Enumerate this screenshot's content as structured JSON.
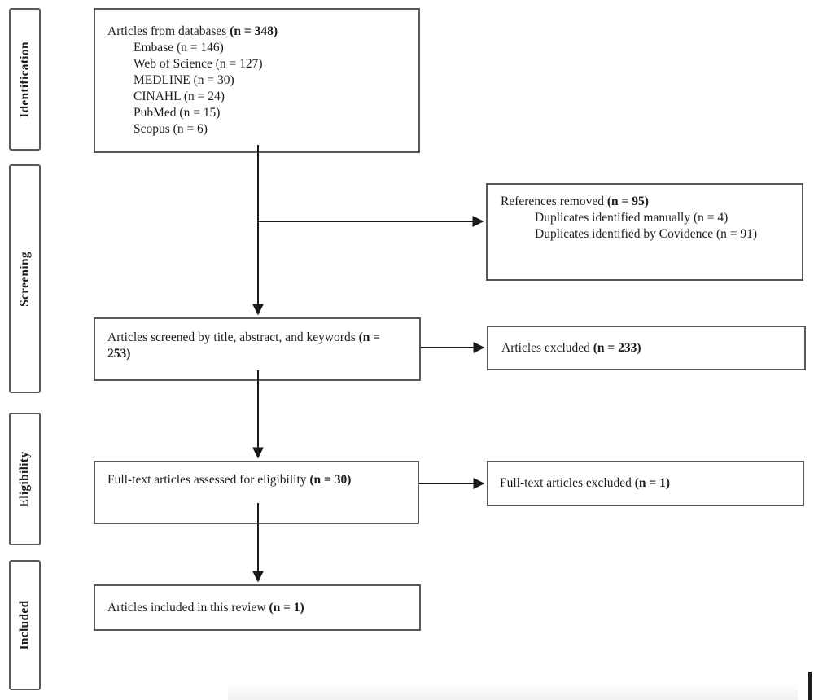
{
  "diagram_title": "PRISMA article selection flow diagram",
  "colors": {
    "box_border": "#595959",
    "arrow": "#1a1a1a",
    "background": "#ffffff"
  },
  "sidebar": {
    "stages": [
      {
        "label": "Identification"
      },
      {
        "label": "Screening"
      },
      {
        "label": "Eligibility"
      },
      {
        "label": "Included"
      }
    ]
  },
  "boxes": {
    "databases": {
      "title": "Articles from databases ",
      "title_n": "(n = 348)",
      "items": [
        "Embase (n = 146)",
        "Web of Science (n = 127)",
        "MEDLINE (n = 30)",
        "CINAHL (n = 24)",
        "PubMed (n = 15)",
        "Scopus (n = 6)"
      ]
    },
    "references_removed": {
      "title": "References removed ",
      "title_n": "(n = 95)",
      "items": [
        "Duplicates identified manually (n = 4)",
        "Duplicates identified by Covidence (n = 91)"
      ]
    },
    "screened": {
      "text": "Articles screened by title, abstract, and keywords ",
      "text_n": "(n = 253)"
    },
    "articles_excluded": {
      "text": "Articles excluded ",
      "text_n": "(n = 233)"
    },
    "fulltext_assessed": {
      "text": "Full-text articles assessed for eligibility ",
      "text_n": "(n = 30)"
    },
    "fulltext_excluded": {
      "text": "Full-text articles excluded ",
      "text_n": "(n = 1)"
    },
    "included": {
      "text": "Articles included in this review ",
      "text_n": "(n = 1)"
    }
  }
}
